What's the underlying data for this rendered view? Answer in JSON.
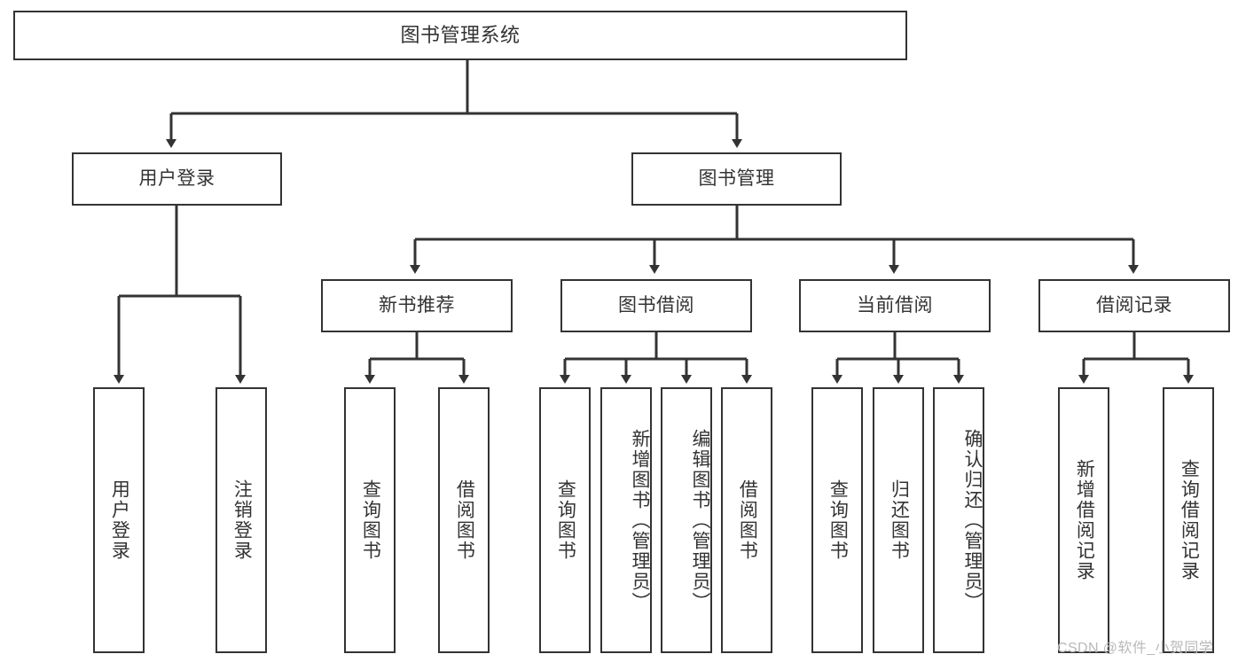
{
  "diagram": {
    "type": "tree-hierarchy",
    "title": "图书管理系统",
    "background_color": "#ffffff",
    "line_color": "#333333",
    "text_color": "#333333",
    "watermark": "CSDN @软件_小贺同学",
    "levels": {
      "level1": [
        "图书管理系统"
      ],
      "level2": [
        "用户登录",
        "图书管理"
      ],
      "level3": [
        "新书推荐",
        "图书借阅",
        "当前借阅",
        "借阅记录"
      ],
      "level4": [
        "用户登录",
        "注销登录",
        "查询图书",
        "借阅图书",
        "查询图书",
        "新增图书（管理员）",
        "编辑图书（管理员）",
        "借阅图书",
        "查询图书",
        "归还图书",
        "确认归还（管理员）",
        "新增借阅记录",
        "查询借阅记录"
      ]
    },
    "nodes": {
      "root": {
        "label": "图书管理系统"
      },
      "user_login": {
        "label": "用户登录"
      },
      "book_manage": {
        "label": "图书管理"
      },
      "new_book_rec": {
        "label": "新书推荐"
      },
      "book_borrow": {
        "label": "图书借阅"
      },
      "current_borrow": {
        "label": "当前借阅"
      },
      "borrow_record": {
        "label": "借阅记录"
      },
      "leaf_user_login": {
        "label": "用户登录"
      },
      "leaf_logout": {
        "label": "注销登录"
      },
      "leaf_query_book_a": {
        "label": "查询图书"
      },
      "leaf_borrow_book_a": {
        "label": "借阅图书"
      },
      "leaf_query_book_b": {
        "label": "查询图书"
      },
      "leaf_add_book": {
        "label": "新增图书（管理员）"
      },
      "leaf_edit_book": {
        "label": "编辑图书（管理员）"
      },
      "leaf_borrow_book_b": {
        "label": "借阅图书"
      },
      "leaf_query_book_c": {
        "label": "查询图书"
      },
      "leaf_return_book": {
        "label": "归还图书"
      },
      "leaf_confirm_return": {
        "label": "确认归还（管理员）"
      },
      "leaf_add_record": {
        "label": "新增借阅记录"
      },
      "leaf_query_record": {
        "label": "查询借阅记录"
      }
    },
    "edges": [
      {
        "from": "root",
        "to": "user_login"
      },
      {
        "from": "root",
        "to": "book_manage"
      },
      {
        "from": "book_manage",
        "to": "new_book_rec"
      },
      {
        "from": "book_manage",
        "to": "book_borrow"
      },
      {
        "from": "book_manage",
        "to": "current_borrow"
      },
      {
        "from": "book_manage",
        "to": "borrow_record"
      },
      {
        "from": "user_login",
        "to": "leaf_user_login"
      },
      {
        "from": "user_login",
        "to": "leaf_logout"
      },
      {
        "from": "new_book_rec",
        "to": "leaf_query_book_a"
      },
      {
        "from": "new_book_rec",
        "to": "leaf_borrow_book_a"
      },
      {
        "from": "book_borrow",
        "to": "leaf_query_book_b"
      },
      {
        "from": "book_borrow",
        "to": "leaf_add_book"
      },
      {
        "from": "book_borrow",
        "to": "leaf_edit_book"
      },
      {
        "from": "book_borrow",
        "to": "leaf_borrow_book_b"
      },
      {
        "from": "current_borrow",
        "to": "leaf_query_book_c"
      },
      {
        "from": "current_borrow",
        "to": "leaf_return_book"
      },
      {
        "from": "current_borrow",
        "to": "leaf_confirm_return"
      },
      {
        "from": "borrow_record",
        "to": "leaf_add_record"
      },
      {
        "from": "borrow_record",
        "to": "leaf_query_record"
      }
    ]
  }
}
